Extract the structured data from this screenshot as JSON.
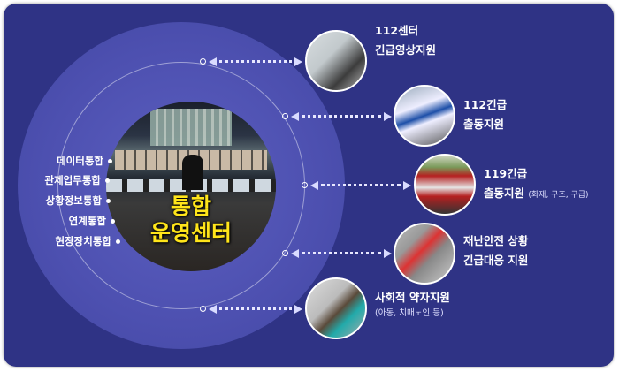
{
  "center": {
    "title_line1": "통합",
    "title_line2": "운영센터"
  },
  "integrations": [
    "데이터통합",
    "관제업무통합",
    "상황정보통합",
    "연계통합",
    "현장장치통합"
  ],
  "services": [
    {
      "line1": "112센터",
      "line2": "긴급영상지원",
      "note": ""
    },
    {
      "line1": "112긴급",
      "line2": "출동지원",
      "note": ""
    },
    {
      "line1": "119긴급",
      "line2": "출동지원",
      "note": "(화재, 구조, 구급)"
    },
    {
      "line1": "재난안전 상황",
      "line2": "긴급대응 지원",
      "note": ""
    },
    {
      "line1": "사회적 약자지원",
      "line2": "",
      "note": "(아동, 치매노인 등)"
    }
  ],
  "colors": {
    "background": "#2f3385",
    "accent": "#ffe51a"
  }
}
